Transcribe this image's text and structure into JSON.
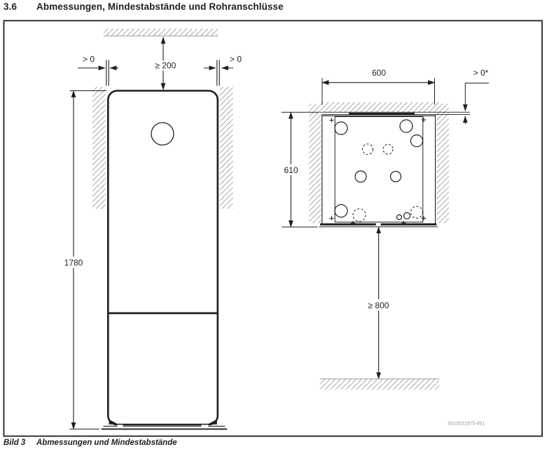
{
  "header": {
    "section": "3.6",
    "title": "Abmessungen, Mindestabstände und Rohranschlüsse"
  },
  "figure": {
    "front_view": {
      "gap_left": "> 0",
      "top_clearance": "≥ 200",
      "gap_right": "> 0",
      "height": "1780"
    },
    "top_view": {
      "width": "600",
      "rear_gap": "> 0*",
      "depth": "610",
      "front_clearance": "≥ 800"
    },
    "drawing_id": "0010021975-001"
  },
  "caption": {
    "label": "Bild 3",
    "text": "Abmessungen und Mindestabstände"
  },
  "colors": {
    "line": "#1f1f1f",
    "hatch": "#a9a9a9",
    "id_text": "#949494"
  }
}
